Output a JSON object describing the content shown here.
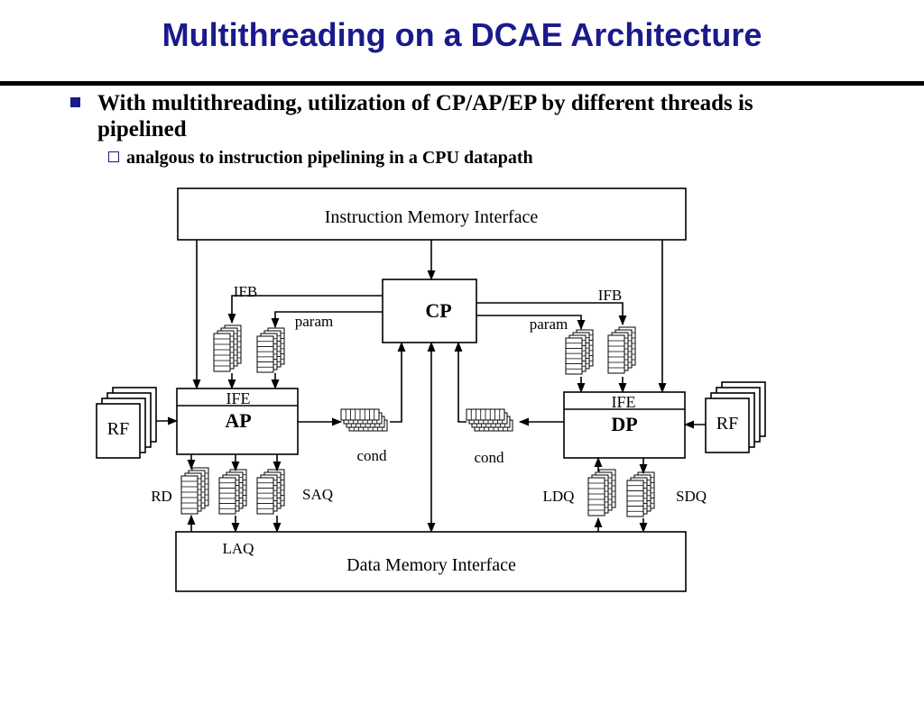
{
  "slide": {
    "title": "Multithreading on a DCAE Architecture",
    "bullet1": "With multithreading, utilization of CP/AP/EP by different threads is pipelined",
    "bullet2": "analgous to instruction pipelining in a CPU datapath"
  },
  "diagram": {
    "imi": "Instruction Memory Interface",
    "dmi": "Data Memory Interface",
    "cp": "CP",
    "ap": "AP",
    "dp": "DP",
    "ife_left": "IFE",
    "ife_right": "IFE",
    "rf_left": "RF",
    "rf_right": "RF",
    "ifb_left": "IFB",
    "ifb_right": "IFB",
    "param_left": "param",
    "param_right": "param",
    "cond_left": "cond",
    "cond_right": "cond",
    "rd": "RD",
    "saq": "SAQ",
    "laq": "LAQ",
    "ldq": "LDQ",
    "sdq": "SDQ"
  },
  "colors": {
    "title": "#1a1a8c",
    "bullet": "#1a1a8c"
  }
}
